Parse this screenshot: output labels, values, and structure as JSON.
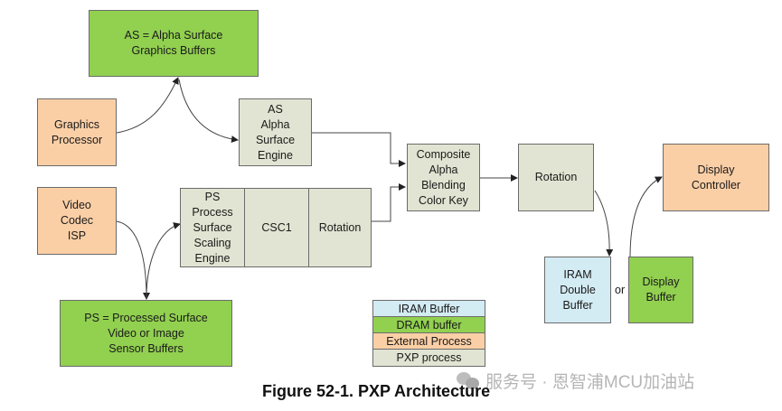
{
  "diagram": {
    "boxes": {
      "as_buffers": "AS = Alpha Surface\nGraphics Buffers",
      "graphics_processor": "Graphics\nProcessor",
      "as_engine": "AS\nAlpha\nSurface\nEngine",
      "video_codec": "Video\nCodec\nISP",
      "ps_engine": "PS\nProcess\nSurface\nScaling\nEngine",
      "csc1": "CSC1",
      "ps_rotation": "Rotation",
      "composite": "Composite\nAlpha\nBlending\nColor Key",
      "rotation": "Rotation",
      "display_controller": "Display\nController",
      "iram_double_buffer": "IRAM\nDouble\nBuffer",
      "display_buffer": "Display\nBuffer",
      "ps_buffers": "PS = Processed Surface\nVideo or Image\nSensor Buffers"
    },
    "or_label": "or",
    "legend": [
      {
        "label": "IRAM Buffer",
        "color": "#d3ebf3"
      },
      {
        "label": "DRAM buffer",
        "color": "#92d050"
      },
      {
        "label": "External Process",
        "color": "#fbcfa6"
      },
      {
        "label": "PXP process",
        "color": "#e1e4d2"
      }
    ],
    "caption": "Figure 52-1. PXP Architecture",
    "watermark": "服务号 · 恩智浦MCU加油站"
  }
}
